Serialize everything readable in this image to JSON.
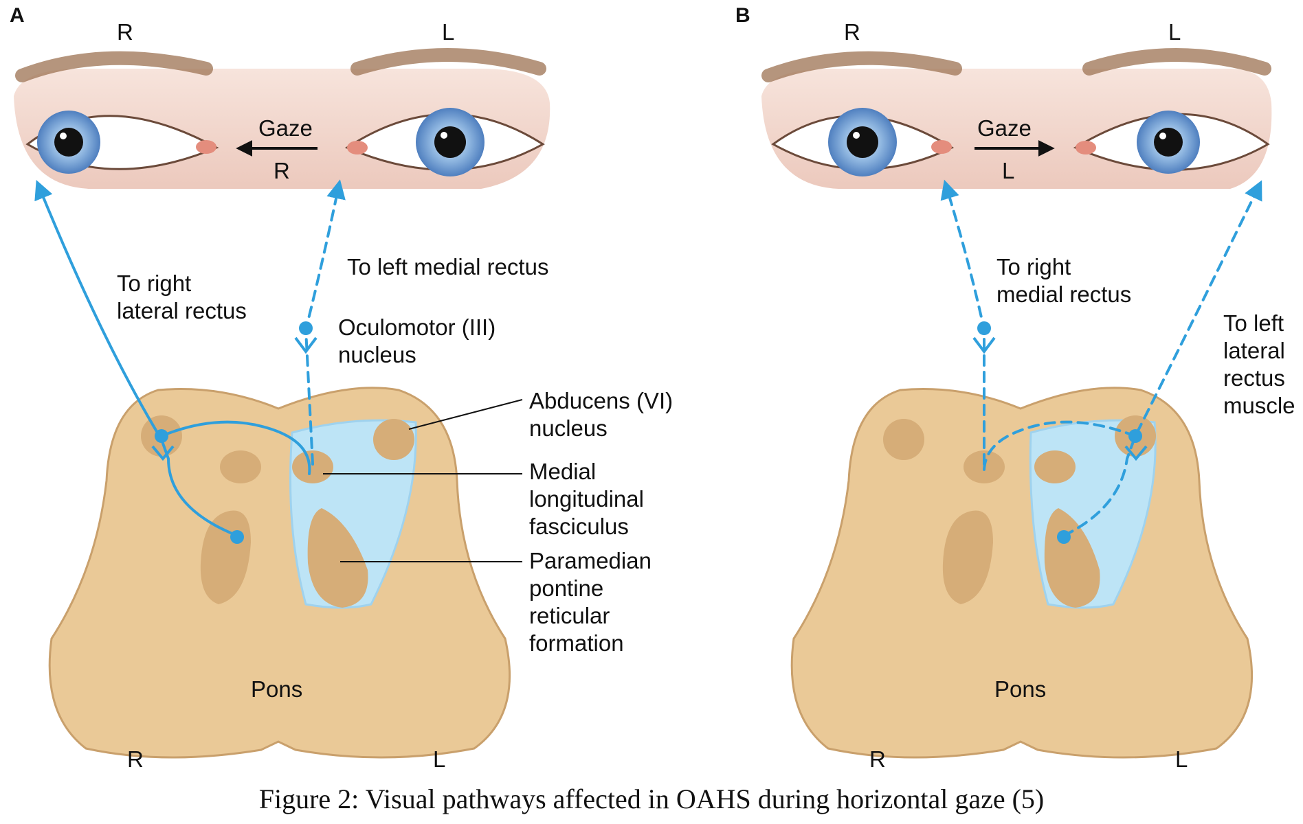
{
  "caption": "Figure 2: Visual pathways affected in OAHS during horizontal gaze (5)",
  "colors": {
    "pons": "#eac997",
    "pons_outline": "#c9a06c",
    "nucleus": "#d6ad78",
    "highlight": "#bde4f6",
    "nerve": "#2f9fdc",
    "face_skin": "#f2d6cc",
    "iris": "#7aa6d6"
  },
  "panel_a": {
    "letter": "A",
    "eye_right_label": "R",
    "eye_left_label": "L",
    "gaze_label": "Gaze",
    "gaze_direction": "R",
    "label_right_lateral": [
      "To right",
      "lateral rectus"
    ],
    "label_left_medial": "To left medial rectus",
    "label_oculomotor": [
      "Oculomotor (III)",
      "nucleus"
    ],
    "label_abducens": [
      "Abducens (VI)",
      "nucleus"
    ],
    "label_mlf": [
      "Medial",
      "longitudinal",
      "fasciculus"
    ],
    "label_pprf": [
      "Paramedian",
      "pontine",
      "reticular",
      "formation"
    ],
    "pons_label": "Pons",
    "pons_right": "R",
    "pons_left": "L"
  },
  "panel_b": {
    "letter": "B",
    "eye_right_label": "R",
    "eye_left_label": "L",
    "gaze_label": "Gaze",
    "gaze_direction": "L",
    "label_right_medial": [
      "To right",
      "medial rectus"
    ],
    "label_left_lateral": [
      "To left",
      "lateral",
      "rectus",
      "muscle"
    ],
    "pons_label": "Pons",
    "pons_right": "R",
    "pons_left": "L"
  }
}
